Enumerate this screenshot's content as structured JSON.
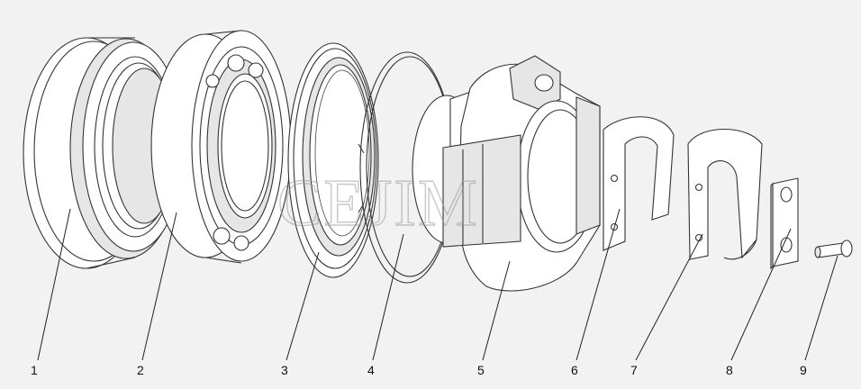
{
  "watermark": "CEJIM",
  "parts": [
    {
      "label": "1"
    },
    {
      "label": "2"
    },
    {
      "label": "3"
    },
    {
      "label": "4"
    },
    {
      "label": "5"
    },
    {
      "label": "6"
    },
    {
      "label": "7"
    },
    {
      "label": "8"
    },
    {
      "label": "9"
    }
  ]
}
